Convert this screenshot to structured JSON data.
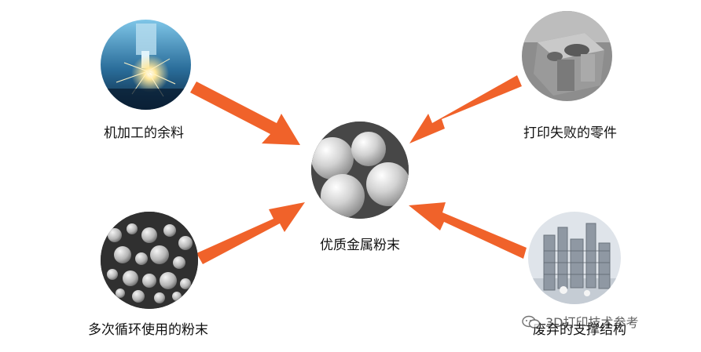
{
  "center": {
    "label": "优质金属粉末"
  },
  "sources": {
    "top_left": {
      "label": "机加工的余料"
    },
    "top_right": {
      "label": "打印失败的零件"
    },
    "bottom_left": {
      "label": "多次循环使用的粉末"
    },
    "bottom_right": {
      "label": "废弃的支撑结构"
    }
  },
  "watermark": {
    "text": "3D打印技术参考",
    "icon": "wechat-icon"
  },
  "colors": {
    "arrow": "#f0622a",
    "powder_bg": "#4a4a4a"
  }
}
